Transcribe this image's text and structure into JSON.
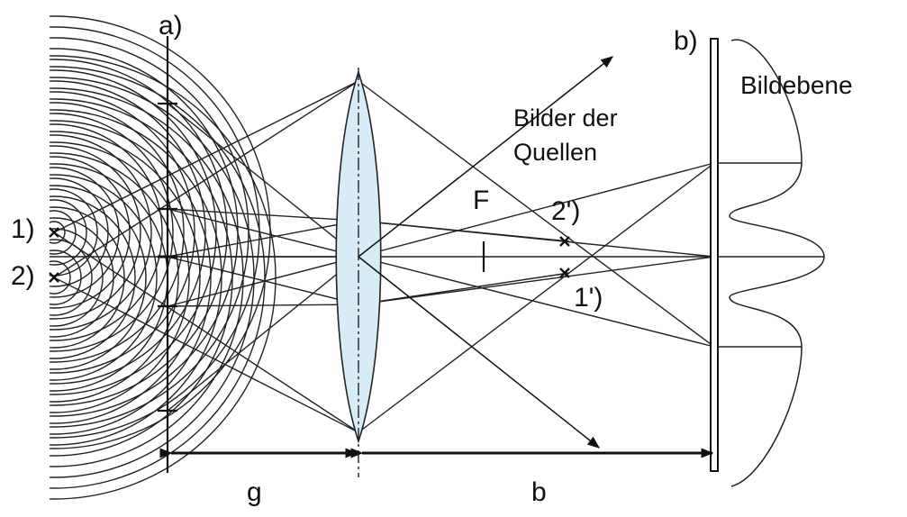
{
  "labels": {
    "aperture": "a)",
    "screen": "b)",
    "image_plane": "Bildebene",
    "source_images_line1": "Bilder der",
    "source_images_line2": "Quellen",
    "focus": "F",
    "source1": "1)",
    "source2": "2)",
    "image1": "1')",
    "image2": "2')",
    "object_distance": "g",
    "image_distance": "b"
  },
  "colors": {
    "ink": "#111111",
    "lens_fill": "#d8ecf7",
    "lens_stroke": "#222222",
    "background": "#ffffff"
  },
  "icons": {
    "source_marker": "cross-mark",
    "image_marker": "cross-mark"
  }
}
